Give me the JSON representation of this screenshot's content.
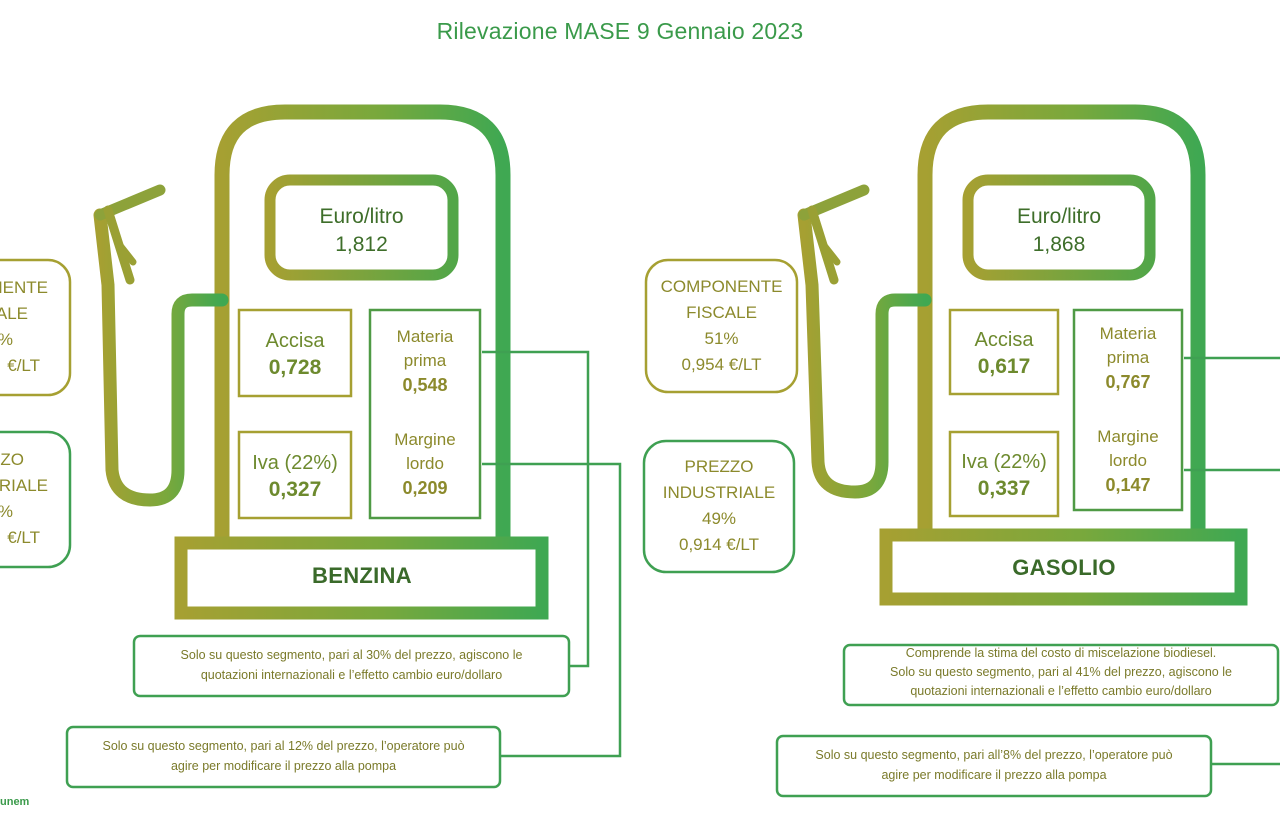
{
  "title": "Rilevazione MASE 9 Gennaio 2023",
  "colors": {
    "gold": "#9a9a2a",
    "green": "#3fa052",
    "text_gold": "#8c8a2c",
    "title_green": "#3a9a4a"
  },
  "benzina": {
    "price_label": "Euro/litro",
    "price_value": "1,812",
    "accisa_label": "Accisa",
    "accisa_value": "0,728",
    "iva_label": "Iva (22%)",
    "iva_value": "0,327",
    "materia_label_1": "Materia",
    "materia_label_2": "prima",
    "materia_value": "0,548",
    "margine_label_1": "Margine",
    "margine_label_2": "lordo",
    "margine_value": "0,209",
    "base_label": "BENZINA",
    "fiscale_line1": "NENTE",
    "fiscale_line2": "ALE",
    "fiscale_line3": "%",
    "fiscale_line4": "€/LT",
    "industriale_line1": "ZO",
    "industriale_line2": "RIALE",
    "industriale_line3": "%",
    "industriale_line4": "€/LT",
    "note1_line1": "Solo su questo segmento, pari al 30% del prezzo, agiscono le",
    "note1_line2": "quotazioni internazionali e l’effetto cambio euro/dollaro",
    "note2_line1": "Solo su questo segmento, pari al 12% del prezzo, l’operatore può",
    "note2_line2": "agire per modificare il prezzo alla pompa"
  },
  "gasolio": {
    "price_label": "Euro/litro",
    "price_value": "1,868",
    "accisa_label": "Accisa",
    "accisa_value": "0,617",
    "iva_label": "Iva (22%)",
    "iva_value": "0,337",
    "materia_label_1": "Materia",
    "materia_label_2": "prima",
    "materia_value": "0,767",
    "margine_label_1": "Margine",
    "margine_label_2": "lordo",
    "margine_value": "0,147",
    "base_label": "GASOLIO",
    "fiscale_line1": "COMPONENTE",
    "fiscale_line2": "FISCALE",
    "fiscale_line3": "51%",
    "fiscale_line4": "0,954 €/LT",
    "industriale_line1": "PREZZO",
    "industriale_line2": "INDUSTRIALE",
    "industriale_line3": "49%",
    "industriale_line4": "0,914 €/LT",
    "note1_line1": "Comprende la stima del costo di miscelazione biodiesel.",
    "note1_line2": "Solo su questo segmento, pari al 41% del prezzo, agiscono le",
    "note1_line3": "quotazioni internazionali e l’effetto cambio euro/dollaro",
    "note2_line1": "Solo su questo segmento, pari all’8% del prezzo, l’operatore può",
    "note2_line2": "agire per modificare il prezzo alla pompa"
  },
  "logo_text": "unem"
}
